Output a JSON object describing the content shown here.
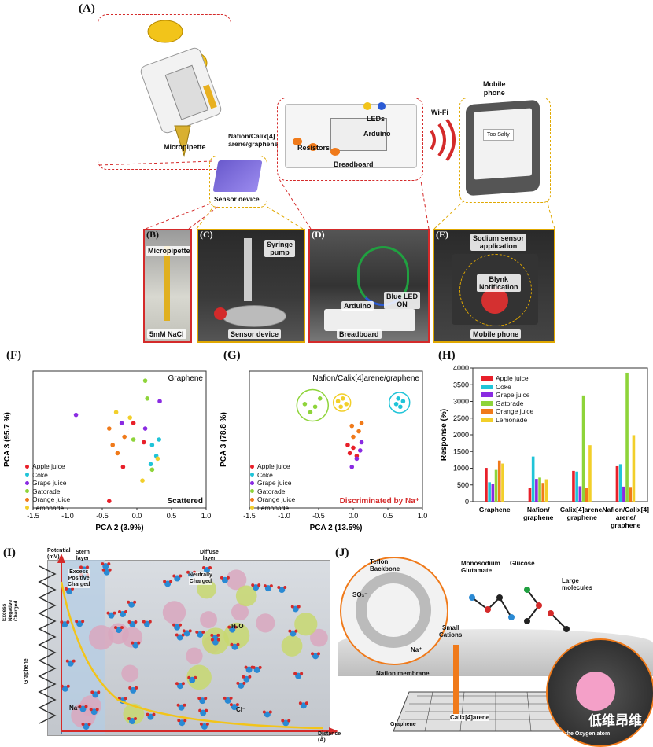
{
  "panels": {
    "A": "(A)",
    "B": "(B)",
    "C": "(C)",
    "D": "(D)",
    "E": "(E)",
    "F": "(F)",
    "G": "(G)",
    "H": "(H)",
    "I": "(I)",
    "J": "(J)"
  },
  "panelA": {
    "micropipette": "Micropipette",
    "nafion": "Nafion/Calix[4]\narene/graphene",
    "sensor_device": "Sensor device",
    "leds": "LEDs",
    "arduino": "Arduino",
    "resistors": "Resistors",
    "breadboard": "Breadboard",
    "wifi": "Wi-Fi",
    "mobile_phone": "Mobile\nphone",
    "too_salty": "Too Salty"
  },
  "panelB": {
    "micropipette": "Micropipette",
    "nacl": "5mM NaCl"
  },
  "panelC": {
    "syringe": "Syringe\npump",
    "sensor": "Sensor device"
  },
  "panelD": {
    "arduino": "Arduino",
    "blue_led": "Blue LED\nON",
    "breadboard": "Breadboard"
  },
  "panelE": {
    "app": "Sodium sensor\napplication",
    "blynk": "Blynk\nNotification",
    "phone": "Mobile phone"
  },
  "colors": {
    "apple": "#e8202a",
    "coke": "#20c4d8",
    "grape": "#8a2be2",
    "gatorade": "#8ed43a",
    "orange": "#f07a1a",
    "lemonade": "#f2cf2a"
  },
  "chart_data": [
    {
      "type": "scatter",
      "title": "Graphene",
      "xlabel": "PCA 2  (3.9%)",
      "ylabel": "PCA 3 (95.7 %)",
      "xlim": [
        -1.5,
        1.0
      ],
      "xticks": [
        "-1.5",
        "-1.0",
        "-0.5",
        "0.0",
        "0.5",
        "1.0"
      ],
      "annotation": "Scattered",
      "legend": [
        "Apple juice",
        "Coke",
        "Grape juice",
        "Gatorade",
        "Orange juice",
        "Lemonade"
      ],
      "legend_position": "bottom-left",
      "series": [
        {
          "name": "Apple juice",
          "points": [
            [
              -0.4,
              0.05
            ],
            [
              -0.2,
              0.3
            ],
            [
              -0.05,
              0.62
            ],
            [
              0.1,
              0.48
            ]
          ]
        },
        {
          "name": "Coke",
          "points": [
            [
              0.2,
              0.32
            ],
            [
              0.28,
              0.38
            ],
            [
              0.32,
              0.5
            ],
            [
              0.22,
              0.46
            ]
          ]
        },
        {
          "name": "Grape juice",
          "points": [
            [
              -0.88,
              0.68
            ],
            [
              0.33,
              0.78
            ],
            [
              0.12,
              0.58
            ],
            [
              -0.22,
              0.62
            ]
          ]
        },
        {
          "name": "Gatorade",
          "points": [
            [
              0.12,
              0.93
            ],
            [
              0.15,
              0.8
            ],
            [
              -0.05,
              0.5
            ],
            [
              0.22,
              0.28
            ]
          ]
        },
        {
          "name": "Orange juice",
          "points": [
            [
              -0.35,
              0.46
            ],
            [
              -0.28,
              0.4
            ],
            [
              -0.18,
              0.52
            ],
            [
              -0.4,
              0.58
            ]
          ]
        },
        {
          "name": "Lemonade",
          "points": [
            [
              -0.3,
              0.7
            ],
            [
              0.08,
              0.2
            ],
            [
              0.3,
              0.36
            ],
            [
              -0.1,
              0.66
            ]
          ]
        }
      ]
    },
    {
      "type": "scatter",
      "title": "Nafion/Calix[4]arene/graphene",
      "xlabel": "PCA 2  (13.5%)",
      "ylabel": "PCA 3 (78.8 %)",
      "xlim": [
        -1.5,
        1.0
      ],
      "xticks": [
        "-1.5",
        "-1.0",
        "-0.5",
        "0.0",
        "0.5",
        "1.0"
      ],
      "annotation": "Discriminated by Na⁺",
      "legend": [
        "Apple juice",
        "Coke",
        "Grape juice",
        "Gatorade",
        "Orange juice",
        "Lemonade"
      ],
      "legend_position": "bottom-left",
      "series": [
        {
          "name": "Apple juice",
          "points": [
            [
              -0.05,
              0.4
            ],
            [
              0.0,
              0.44
            ],
            [
              0.05,
              0.38
            ],
            [
              -0.08,
              0.46
            ]
          ]
        },
        {
          "name": "Coke",
          "points": [
            [
              0.62,
              0.76
            ],
            [
              0.68,
              0.74
            ],
            [
              0.72,
              0.78
            ],
            [
              0.65,
              0.8
            ]
          ]
        },
        {
          "name": "Grape juice",
          "points": [
            [
              0.05,
              0.36
            ],
            [
              0.1,
              0.42
            ],
            [
              -0.02,
              0.3
            ],
            [
              0.12,
              0.48
            ]
          ]
        },
        {
          "name": "Gatorade",
          "points": [
            [
              -0.7,
              0.76
            ],
            [
              -0.55,
              0.74
            ],
            [
              -0.48,
              0.8
            ],
            [
              -0.62,
              0.7
            ]
          ]
        },
        {
          "name": "Orange juice",
          "points": [
            [
              -0.02,
              0.6
            ],
            [
              0.08,
              0.56
            ],
            [
              0.12,
              0.62
            ],
            [
              0.0,
              0.52
            ]
          ]
        },
        {
          "name": "Lemonade",
          "points": [
            [
              -0.22,
              0.78
            ],
            [
              -0.15,
              0.8
            ],
            [
              -0.1,
              0.76
            ],
            [
              -0.18,
              0.74
            ]
          ]
        }
      ]
    },
    {
      "type": "bar",
      "ylabel": "Response (%)",
      "ylim": [
        0,
        4000
      ],
      "yticks": [
        "0",
        "500",
        "1000",
        "1500",
        "2000",
        "2500",
        "3000",
        "3500",
        "4000"
      ],
      "categories": [
        "Graphene",
        "Nafion/\ngraphene",
        "Calix[4]arene/\ngraphene",
        "Nafion/Calix[4]\narene/\ngraphene"
      ],
      "legend_position": "top-left",
      "series": [
        {
          "name": "Apple juice",
          "values": [
            1010,
            400,
            920,
            1060
          ]
        },
        {
          "name": "Coke",
          "values": [
            580,
            1350,
            900,
            1120
          ]
        },
        {
          "name": "Grape juice",
          "values": [
            520,
            680,
            460,
            450
          ]
        },
        {
          "name": "Gatorade",
          "values": [
            950,
            720,
            3180,
            3860
          ]
        },
        {
          "name": "Orange juice",
          "values": [
            1230,
            560,
            420,
            440
          ]
        },
        {
          "name": "Lemonade",
          "values": [
            1140,
            670,
            1690,
            1990
          ]
        }
      ]
    }
  ],
  "panelI": {
    "potential": "Potential\n(mV)",
    "stern": "Stern\nlayer",
    "diffuse": "Diffuse\nlayer",
    "excess_pos": "Excess\nPositive\nCharged",
    "neutral": "Neutrally\nCharged",
    "excess_neg": "Excess\nNegative\nCharged",
    "graphene": "Graphene",
    "h2o": "H₂O",
    "na": "Na⁺",
    "cl": "Cl⁻",
    "distance": "Distance\n(Å)"
  },
  "panelJ": {
    "teflon": "Teflon\nBackbone",
    "so3": "SO₃⁻",
    "msg": "Monosodium\nGlutamate",
    "glucose": "Glucose",
    "large": "Large\nmolecules",
    "small_cations": "Small\nCations",
    "na": "Na⁺",
    "nafion": "Nafion membrane",
    "graphene": "Graphene",
    "calix": "Calix[4]arene",
    "oxygen": "and the Oxygen atom"
  },
  "watermark": "低维昂维"
}
